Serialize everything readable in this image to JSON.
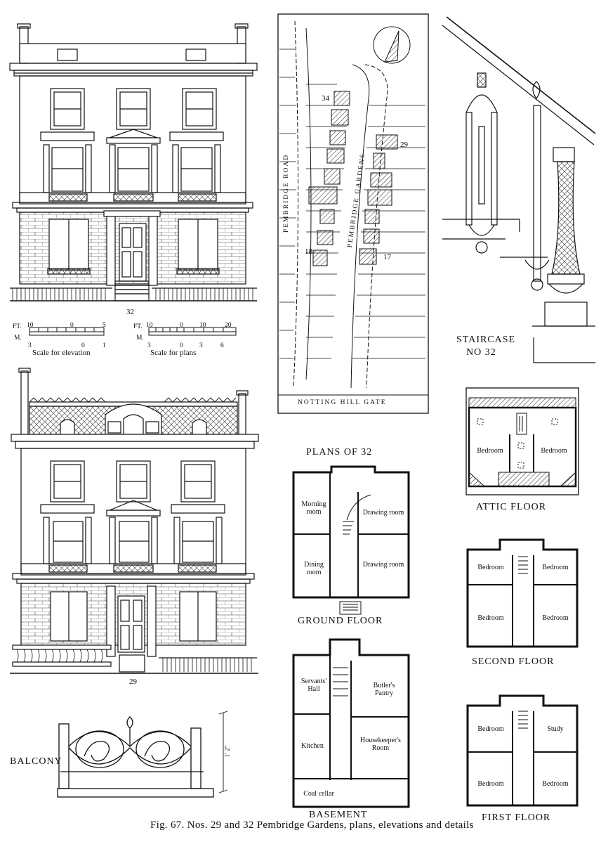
{
  "elevation_32": {
    "label": "32"
  },
  "elevation_29": {
    "label": "29"
  },
  "scales": {
    "elevation": {
      "ft_label": "FT.",
      "m_label": "M.",
      "ft_ticks": [
        "10",
        "0",
        "5"
      ],
      "m_ticks": [
        "3",
        "0",
        "1"
      ],
      "caption": "Scale for elevation"
    },
    "plans": {
      "ft_label": "FT.",
      "m_label": "M.",
      "ft_ticks": [
        "10",
        "0",
        "10",
        "20"
      ],
      "m_ticks": [
        "3",
        "0",
        "3",
        "6"
      ],
      "caption": "Scale for plans"
    }
  },
  "site_plan": {
    "road_left": "PEMBRIDGE ROAD",
    "road_right": "PEMBRIDGE GARDENS",
    "bottom_road": "NOTTING HILL GATE",
    "numbers": [
      "34",
      "29",
      "18",
      "17"
    ]
  },
  "staircase": {
    "label_line1": "STAIRCASE",
    "label_line2": "NO 32"
  },
  "plans": {
    "heading": "PLANS OF 32",
    "ground_floor": {
      "label": "GROUND FLOOR",
      "rooms": [
        "Morning room",
        "Drawing room",
        "Dining room",
        "Drawing room"
      ]
    },
    "basement": {
      "label": "BASEMENT",
      "rooms": [
        "Servants' Hall",
        "Butler's Pantry",
        "Kitchen",
        "Housekeeper's Room",
        "Coal cellar"
      ]
    },
    "attic_floor": {
      "label": "ATTIC FLOOR",
      "rooms": [
        "Bedroom",
        "Bedroom"
      ]
    },
    "second_floor": {
      "label": "SECOND FLOOR",
      "rooms": [
        "Bedroom",
        "Bedroom",
        "Bedroom",
        "Bedroom"
      ]
    },
    "first_floor": {
      "label": "FIRST FLOOR",
      "rooms": [
        "Bedroom",
        "Study",
        "Bedroom",
        "Bedroom"
      ]
    }
  },
  "balcony": {
    "label": "BALCONY",
    "dimension": "1' 2\""
  },
  "caption": "Fig. 67. Nos. 29 and 32 Pembridge Gardens, plans, elevations and details"
}
